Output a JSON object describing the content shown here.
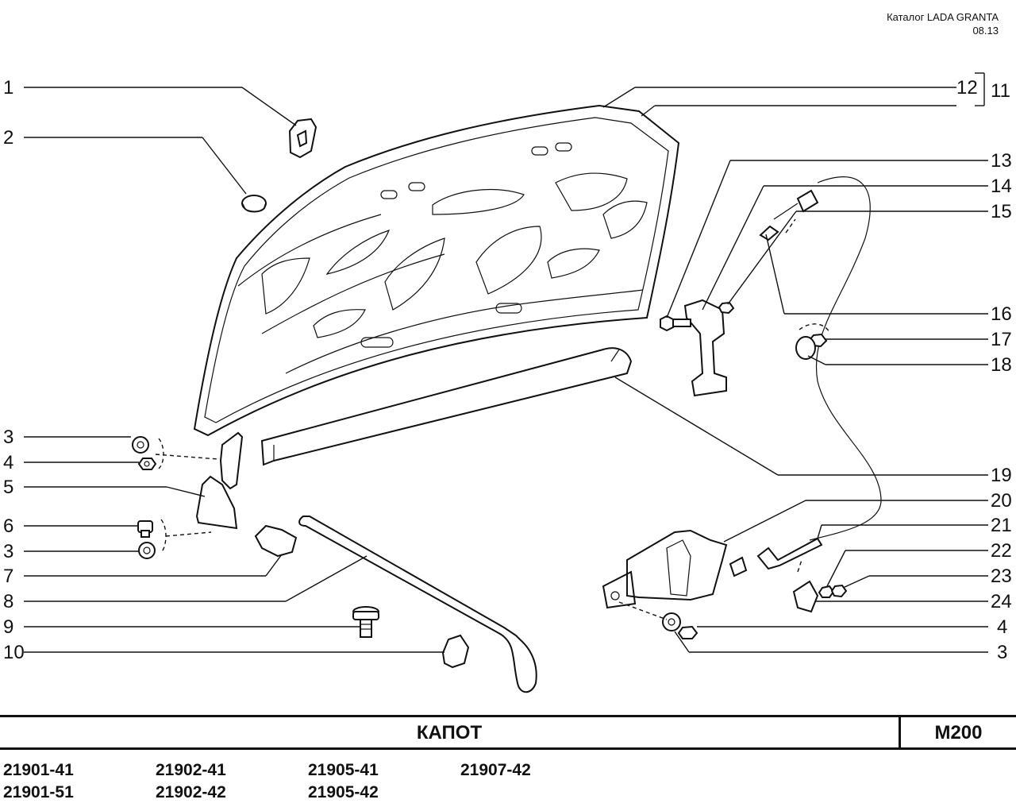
{
  "header": {
    "catalog": "Каталог  LADA  GRANTA",
    "date": "08.13"
  },
  "callouts": {
    "left": [
      "1",
      "2",
      "3",
      "4",
      "5",
      "6",
      "3",
      "7",
      "8",
      "9",
      "10"
    ],
    "right": [
      "13",
      "14",
      "15",
      "16",
      "17",
      "18",
      "19",
      "20",
      "21",
      "22",
      "23",
      "24",
      "4",
      "3"
    ],
    "top_inner": "12",
    "top_outer": "11"
  },
  "footer": {
    "title": "КАПОТ",
    "code": "M200",
    "models": [
      [
        "21901-41",
        "21902-41",
        "21905-41",
        "21907-42"
      ],
      [
        "21901-51",
        "21902-42",
        "21905-42"
      ]
    ]
  }
}
